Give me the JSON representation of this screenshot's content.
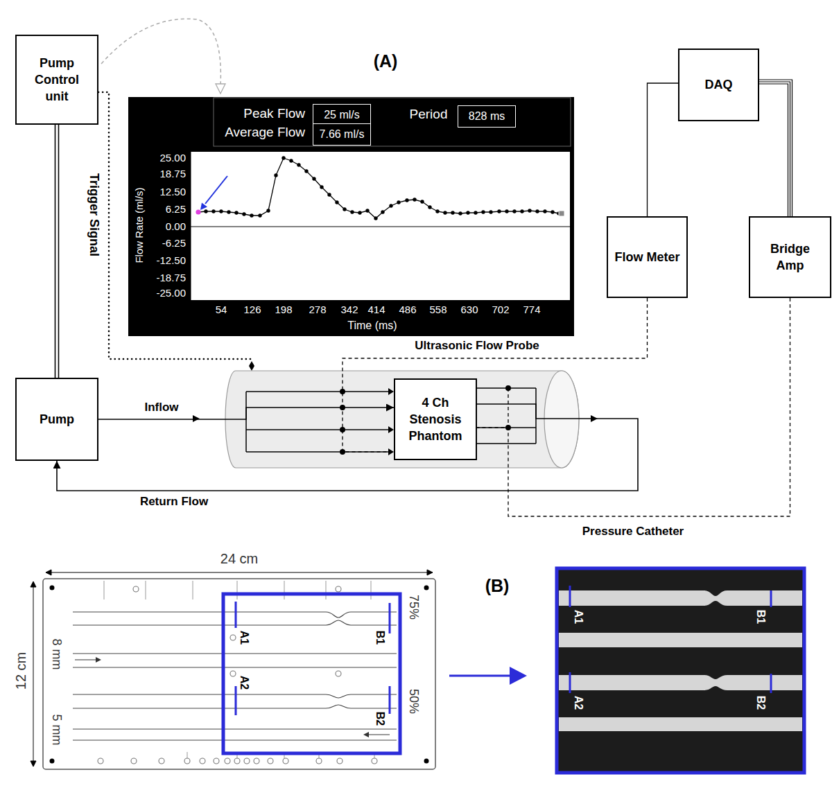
{
  "diagram": {
    "nodes": [
      {
        "text": [
          "Pump Control unit"
        ]
      },
      {
        "text": [
          "DAQ"
        ]
      },
      {
        "text": [
          "25 ml/s"
        ]
      },
      {
        "text": [
          "828 ms"
        ]
      },
      {
        "text": [
          "7.66 ml/s"
        ]
      },
      {
        "text": [
          "Flow Meter"
        ]
      },
      {
        "text": [
          "Bridge Amp"
        ]
      },
      {
        "text": [
          "Pump"
        ]
      },
      {
        "text": [
          "4 Ch Stenosis Phantom"
        ]
      }
    ],
    "edges": [
      {
        "from": 0,
        "to": 7,
        "arrow": "none"
      },
      {
        "from": 1,
        "to": 5,
        "arrow": "none"
      },
      {
        "from": 1,
        "to": 6,
        "arrow": "none"
      },
      {
        "from": 7,
        "to": 8,
        "label": "Inflow",
        "arrow": "to"
      },
      {
        "from": 8,
        "to": 7,
        "label": "Return Flow",
        "arrow": "to"
      },
      {
        "from": 5,
        "to": 8,
        "label": "Ultrasonic Flow Probe",
        "arrow": "none"
      },
      {
        "from": 6,
        "to": 8,
        "label": "Pressure Catheter",
        "arrow": "none"
      }
    ],
    "labels": [
      "(A)",
      "Trigger Signal",
      "Peak Flow",
      "Average Flow",
      "Period",
      "25.00",
      "18.75",
      "12.50",
      "6.25",
      "0.00",
      "-6.25",
      "-12.50",
      "-18.75",
      "-25.00",
      "Flow Rate (ml/s)",
      "54",
      "126",
      "198",
      "278",
      "342",
      "414",
      "486",
      "558",
      "630",
      "702",
      "774",
      "Time (ms)",
      "24 cm",
      "12 cm",
      "8 mm",
      "5 mm",
      "75%",
      "50%",
      "A1",
      "B1",
      "A2",
      "B2",
      "(B)",
      "A1",
      "B1",
      "A2",
      "B2"
    ]
  }
}
